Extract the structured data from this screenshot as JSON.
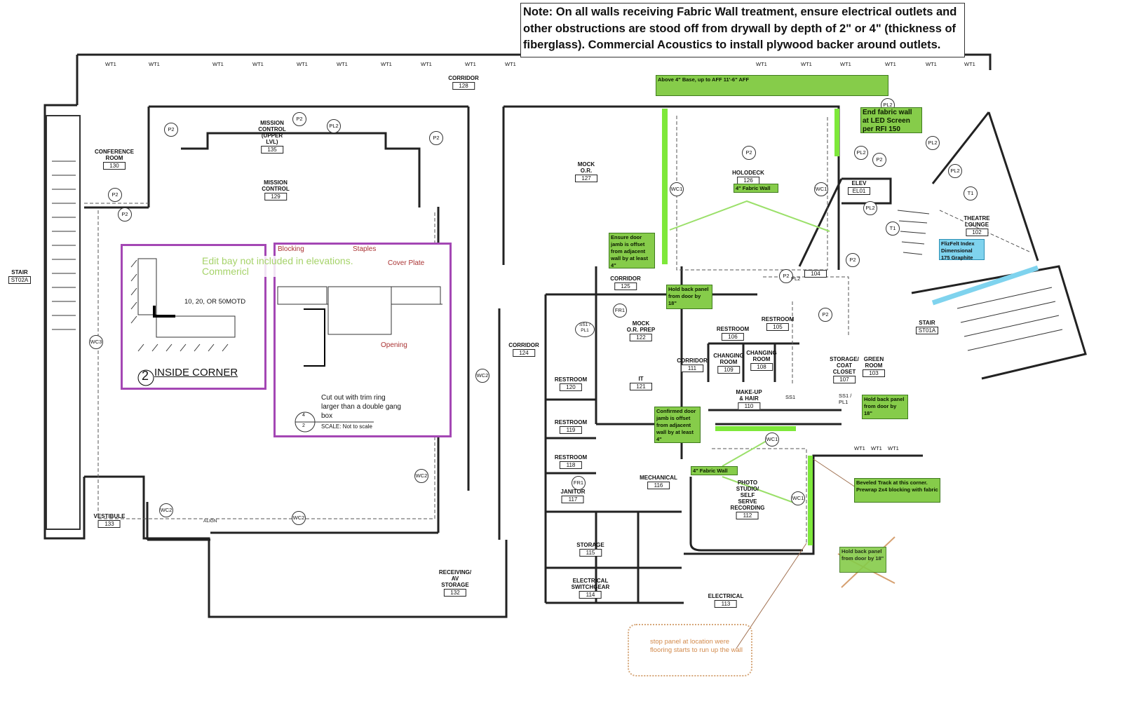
{
  "top_note": "Note: On all walls receiving Fabric Wall treatment, ensure electrical outlets and other obstructions are stood off from drywall by depth of 2\" or 4\" (thickness of fiberglass). Commercial Acoustics to install plywood backer around outlets.",
  "wall_tag": "WT1",
  "rooms": [
    {
      "name": "CORRIDOR",
      "number": "128"
    },
    {
      "name": "CONFERENCE\nROOM",
      "number": "130"
    },
    {
      "name": "MISSION\nCONTROL\n(UPPER\nLVL)",
      "number": "135"
    },
    {
      "name": "MISSION\nCONTROL",
      "number": "129"
    },
    {
      "name": "MOCK\nO.R.",
      "number": "127"
    },
    {
      "name": "HOLODECK",
      "number": "126"
    },
    {
      "name": "ELEV",
      "number": "EL01"
    },
    {
      "name": "THEATRE\nLOUNGE",
      "number": "102"
    },
    {
      "name": "STAIR",
      "number": "ST02A"
    },
    {
      "name": "CORRIDOR",
      "number": "125"
    },
    {
      "name": "MOCK\nO.R. PREP",
      "number": "122"
    },
    {
      "name": "RESTROOM",
      "number": "106"
    },
    {
      "name": "RESTROOM",
      "number": "105"
    },
    {
      "name": "CORRIDOR",
      "number": "124"
    },
    {
      "name": "CORRIDOR",
      "number": "111"
    },
    {
      "name": "CHANGING\nROOM",
      "number": "109"
    },
    {
      "name": "CHANGING\nROOM",
      "number": "108"
    },
    {
      "name": "STORAGE/\nCOAT\nCLOSET",
      "number": "107"
    },
    {
      "name": "GREEN\nROOM",
      "number": "103"
    },
    {
      "name": "STAIR",
      "number": "ST01A"
    },
    {
      "name": "IT",
      "number": "121"
    },
    {
      "name": "RESTROOM",
      "number": "120"
    },
    {
      "name": "MAKE-UP\n& HAIR",
      "number": "110"
    },
    {
      "name": "RESTROOM",
      "number": "119"
    },
    {
      "name": "RESTROOM",
      "number": "118"
    },
    {
      "name": "JANITOR",
      "number": "117"
    },
    {
      "name": "MECHANICAL",
      "number": "116"
    },
    {
      "name": "PHOTO\nSTUDIO/\nSELF\nSERVE\nRECORDING",
      "number": "112"
    },
    {
      "name": "VESTIBULE",
      "number": "133"
    },
    {
      "name": "STORAGE",
      "number": "115"
    },
    {
      "name": "RECEIVING/\nAV\nSTORAGE",
      "number": "132"
    },
    {
      "name": "ELECTRICAL\nSWITCHGEAR",
      "number": "114"
    },
    {
      "name": "ELECTRICAL",
      "number": "113"
    },
    {
      "name": "",
      "number": "104"
    }
  ],
  "tags": [
    "P2",
    "P2",
    "P2",
    "P2",
    "P2",
    "P2",
    "P2",
    "P2",
    "P2",
    "P2",
    "PL2",
    "PL2",
    "PL2",
    "PL2",
    "PL2",
    "PL2",
    "WC1",
    "WC1",
    "WC1",
    "WC1",
    "WC3",
    "WC2",
    "WC2",
    "WC2",
    "WC2",
    "T1",
    "T1",
    "FR1",
    "FR1",
    "SS1 / PL1"
  ],
  "misc_labels": {
    "pl2": "PL2",
    "ss1": "SS1",
    "ss1pl1": "SS1 / PL1",
    "align": "ALIGN"
  },
  "green_notes": {
    "base": "Above 4\" Base, up to AFF 11'-6\" AFF",
    "led": "End fabric wall at LED Screen per RFI 150",
    "fabric_holodeck": "4\" Fabric Wall",
    "ensure_jamb": "Ensure door jamb is offset from adjacent wall by at least 4\"",
    "hold_back_1": "Hold back panel from door by 18\"",
    "confirmed_jamb": "Confirmed door jamb is offset from adjacent wall by at least 4\"",
    "fabric_photo": "4\" Fabric Wall",
    "hold_back_2": "Hold back panel from door by 18\"",
    "beveled": "Beveled Track at this corner. Prewrap 2x4 blocking with fabric",
    "hold_back_3_crossed": "Hold back panel from door by 18\""
  },
  "blue_note": "FlizFelt Index Dimensional 175 Graphite",
  "details": {
    "inside_corner": {
      "number": "2",
      "title": "INSIDE CORNER",
      "callout": "10, 20, OR 50MOTD"
    },
    "cutout": {
      "blocking": "Blocking",
      "staples": "Staples",
      "cover_plate": "Cover Plate",
      "opening": "Opening",
      "description": "Cut out with trim ring larger than a double gang box",
      "ref_top": "4",
      "ref_bottom": "2",
      "scale": "SCALE: Not to scale"
    }
  },
  "overlay_text": "Edit bay not included in elevations. Commericl",
  "cloud_note": "stop panel at location were flooring starts to run up the wall",
  "colors": {
    "fabric_green": "#86cc4a",
    "wall_highlight": "#7ee83a",
    "felt_blue": "#7fd3ee",
    "detail_border": "#a447b4",
    "annotation_orange": "#d28a4c"
  }
}
